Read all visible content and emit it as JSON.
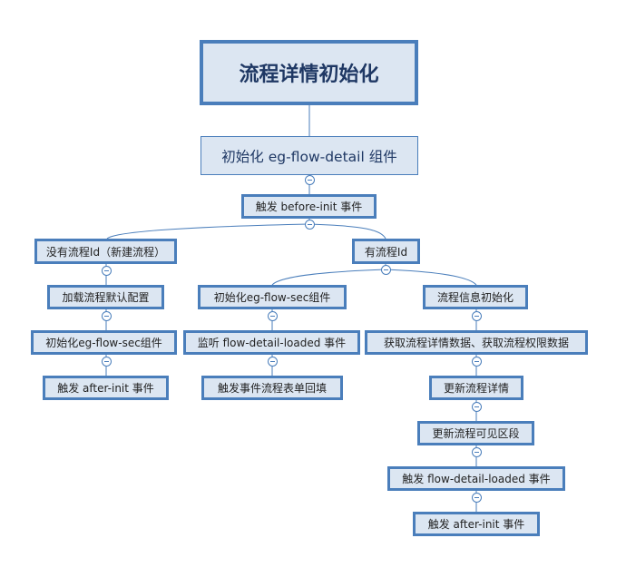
{
  "nodes": {
    "root": "流程详情初始化",
    "init_component": "初始化 eg-flow-detail 组件",
    "trigger_before_init": "触发 before-init 事件",
    "no_flow_id": "没有流程Id（新建流程）",
    "load_default_config": "加载流程默认配置",
    "init_sec_left": "初始化eg-flow-sec组件",
    "trigger_after_init_left": "触发 after-init 事件",
    "has_flow_id": "有流程Id",
    "init_sec_mid": "初始化eg-flow-sec组件",
    "listen_loaded": "监听 flow-detail-loaded 事件",
    "fill_form": "触发事件流程表单回填",
    "flow_info_init": "流程信息初始化",
    "fetch_data": "获取流程详情数据、获取流程权限数据",
    "update_detail": "更新流程详情",
    "update_visible": "更新流程可见区段",
    "trigger_loaded": "触发 flow-detail-loaded 事件",
    "trigger_after_init_right": "触发 after-init 事件"
  },
  "colors": {
    "node_fill": "#dce6f2",
    "node_border": "#4a7ebb",
    "connector": "#4a7ebb",
    "root_text": "#1f3864"
  },
  "icons": {
    "collapse": "circle-minus-icon"
  }
}
